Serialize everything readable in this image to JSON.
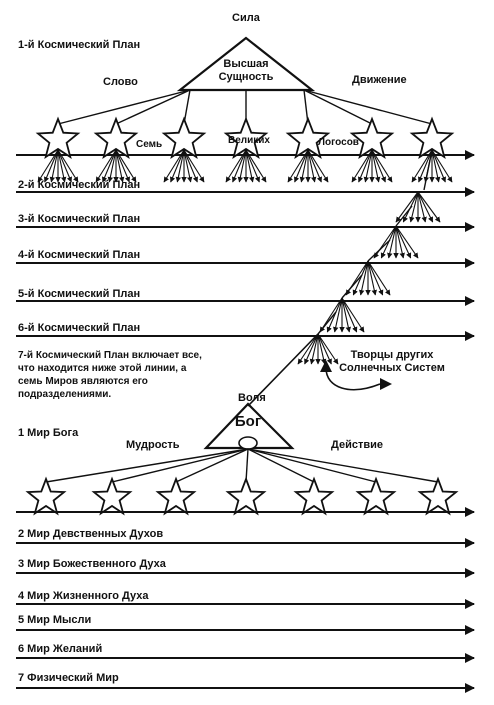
{
  "cosmic": {
    "top_label": "Сила",
    "triangle_label_line1": "Высшая",
    "triangle_label_line2": "Сущность",
    "left_label": "Слово",
    "right_label": "Движение",
    "logos_words": [
      "Семь",
      "Великих",
      "Логосов"
    ],
    "planes": [
      "1-й Космический План",
      "2-й Космический План",
      "3-й Космический План",
      "4-й Космический План",
      "5-й Космический План",
      "6-й Космический План"
    ],
    "seventh_line1": "7-й Космический План включает все,",
    "seventh_line2": "что находится ниже этой линии, а",
    "seventh_line3": "семь Миров являются его",
    "seventh_line4": "подразделениями.",
    "creators_line1": "Творцы других",
    "creators_line2": "Солнечных Систем"
  },
  "solar": {
    "top_label": "Воля",
    "triangle_label": "Бог",
    "left_label": "Мудрость",
    "right_label": "Действие",
    "worlds": [
      "1 Мир Бога",
      "2 Мир Девственных Духов",
      "3 Мир Божественного Духа",
      "4 Мир Жизненного Духа",
      "5 Мир Мысли",
      "6 Мир Желаний",
      "7 Физический Мир"
    ]
  }
}
